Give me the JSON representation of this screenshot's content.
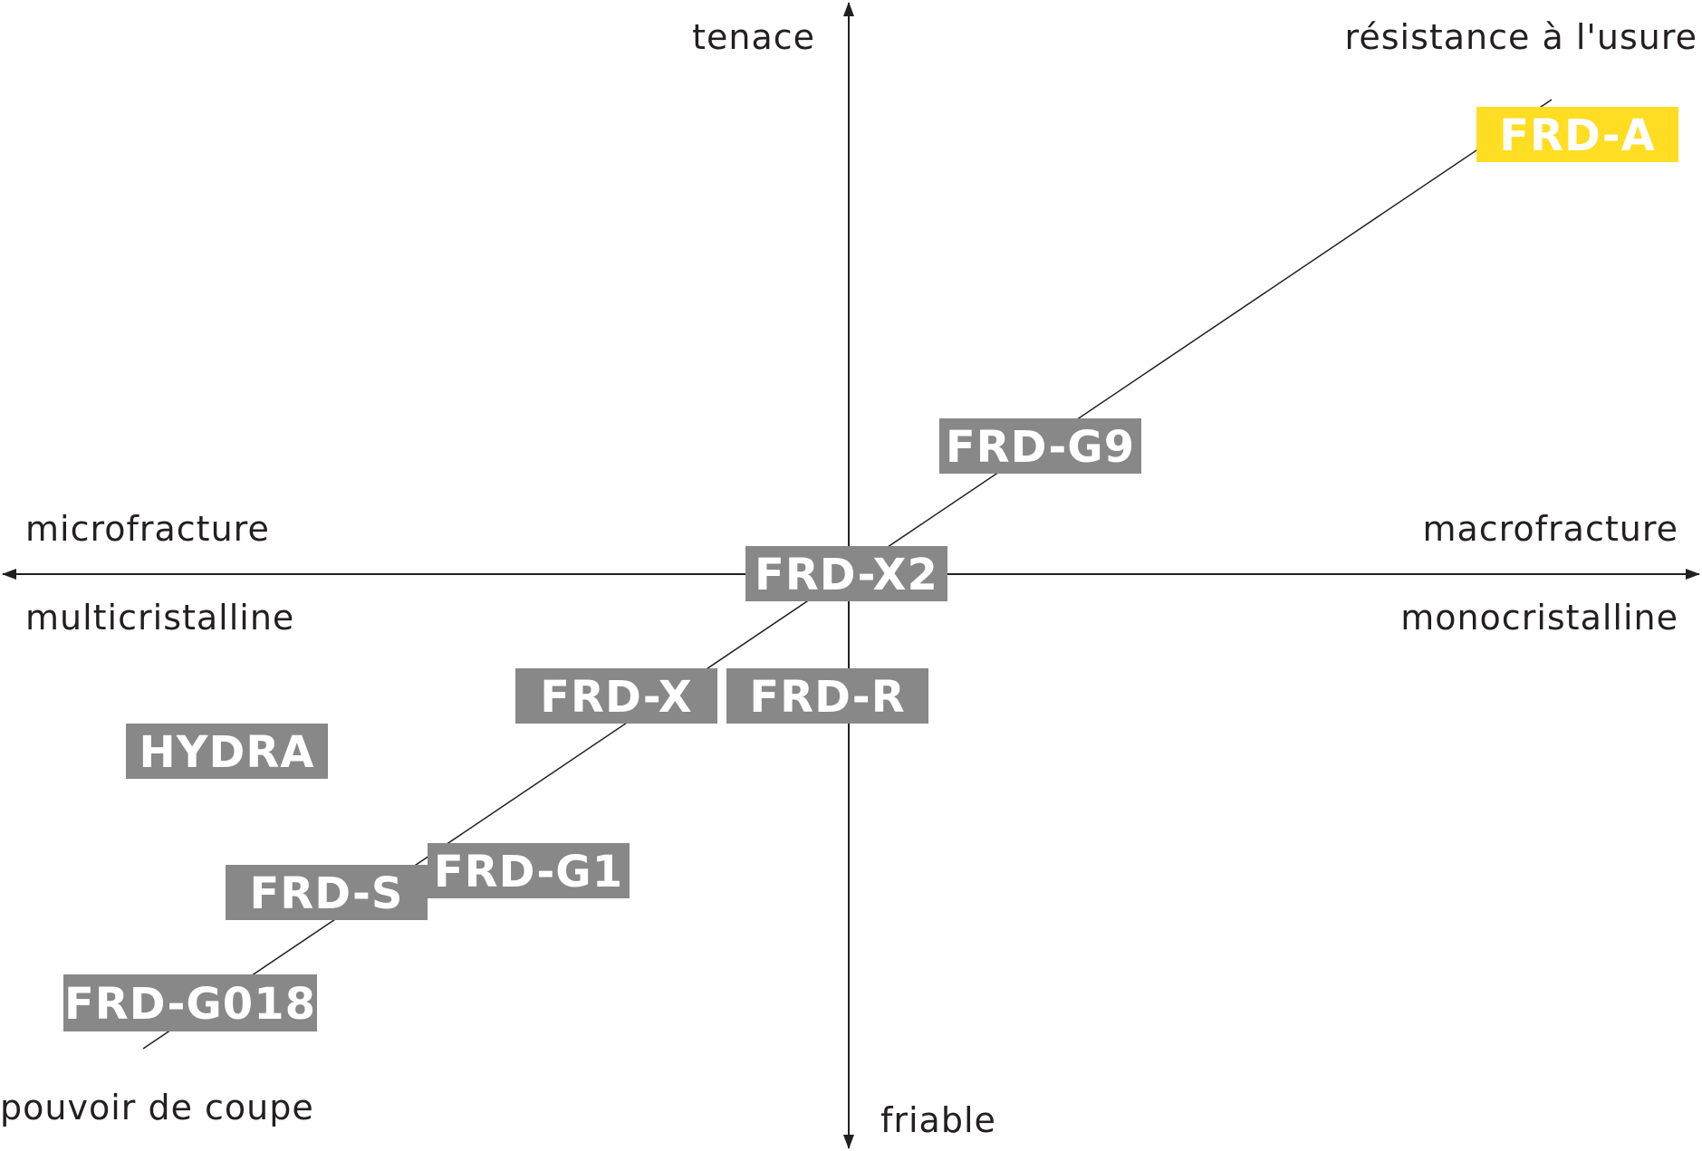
{
  "axes": {
    "top": "tenace",
    "bottom": "friable",
    "left_upper": "microfracture",
    "left_lower": "multicristalline",
    "right_upper": "macrofracture",
    "right_lower": "monocristalline",
    "diagonal_upper": "résistance à l'usure",
    "diagonal_lower": "pouvoir de coupe"
  },
  "colors": {
    "box_gray": "#888888",
    "highlight_yellow": "#ffdd22",
    "line": "#231f20"
  },
  "products": [
    {
      "id": "frd-a",
      "label": "FRD-A",
      "highlight": true
    },
    {
      "id": "frd-g9",
      "label": "FRD-G9",
      "highlight": false
    },
    {
      "id": "frd-x2",
      "label": "FRD-X2",
      "highlight": false
    },
    {
      "id": "frd-x",
      "label": "FRD-X",
      "highlight": false
    },
    {
      "id": "frd-r",
      "label": "FRD-R",
      "highlight": false
    },
    {
      "id": "hydra",
      "label": "HYDRA",
      "highlight": false
    },
    {
      "id": "frd-g1",
      "label": "FRD-G1",
      "highlight": false
    },
    {
      "id": "frd-s",
      "label": "FRD-S",
      "highlight": false
    },
    {
      "id": "frd-g018",
      "label": "FRD-G018",
      "highlight": false
    }
  ]
}
